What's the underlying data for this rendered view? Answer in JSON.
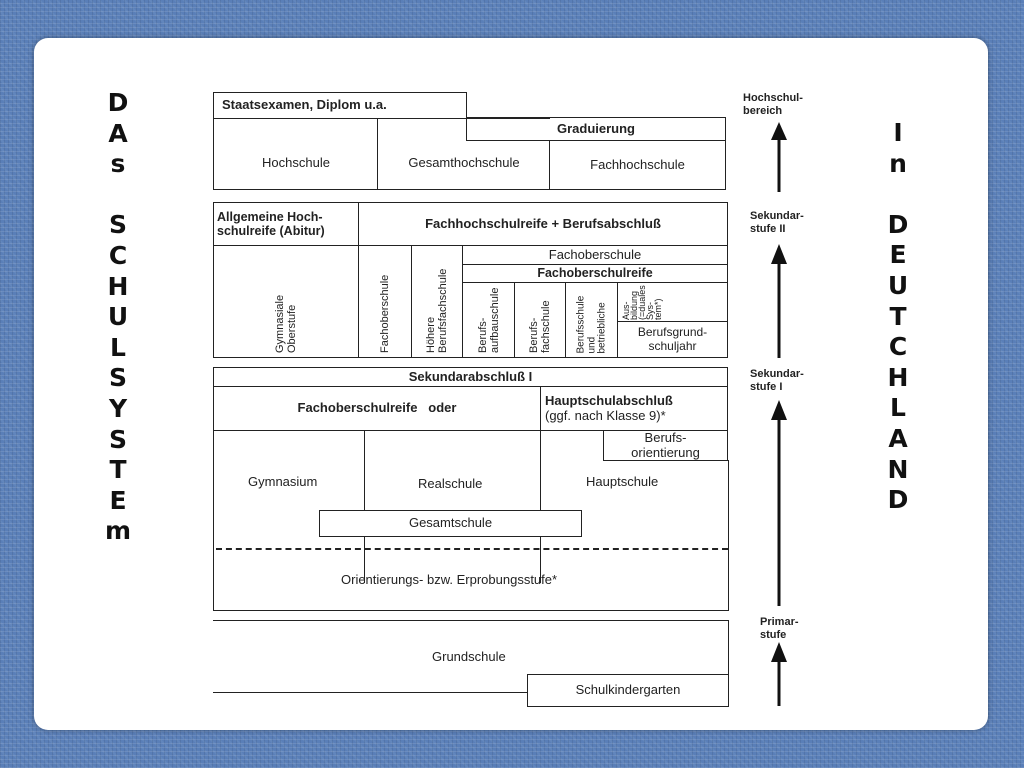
{
  "titles": {
    "left": [
      "D",
      "A",
      "s",
      "",
      "S",
      "C",
      "H",
      "U",
      "L",
      "S",
      "Y",
      "S",
      "T",
      "E",
      "m"
    ],
    "right": [
      "I",
      "n",
      "",
      "D",
      "E",
      "U",
      "T",
      "C",
      "H",
      "L",
      "A",
      "N",
      "D"
    ]
  },
  "tertiary": {
    "staatsexamen": "Staatsexamen, Diplom u.a.",
    "graduierung": "Graduierung",
    "hochschule": "Hochschule",
    "gesamthochschule": "Gesamthochschule",
    "fachhochschule": "Fachhochschule"
  },
  "secondary2": {
    "allgemeine": "Allgemeine Hoch-\nschulreife (Abitur)",
    "fachhochschulreife": "Fachhochschulreife + Berufsabschluß",
    "fachoberschule": "Fachoberschule",
    "fachoberschulreife": "Fachoberschulreife",
    "gymnasiale": "Gymnasiale\nOberstufe",
    "fachoberschule_col": "Fachoberschule",
    "hoehere": "Höhere\nBerufsfachschule",
    "berufsaufbau": "Berufs-\naufbauschule",
    "berufsfach": "Berufs-\nfachschule",
    "berufsschule": "Berufsschule\nund\nbetriebliche",
    "ausbildung": "Aus-\nbildung\n(=duales\nSys-\ntem*)",
    "grundschuljahr": "Berufsgrund-\nschuljahr"
  },
  "secondary1": {
    "sekundarabschluss": "Sekundarabschluß I",
    "fachoberschulreife_oder": "Fachoberschulreife   oder",
    "hauptschulabschluss": "Hauptschulabschluß",
    "hauptschul_note": "(ggf. nach Klasse 9)*",
    "berufsorientierung": "Berufs-\norientierung",
    "gymnasium": "Gymnasium",
    "realschule": "Realschule",
    "hauptschule": "Hauptschule",
    "gesamtschule": "Gesamtschule",
    "orientierungsstufe": "Orientierungs- bzw. Erprobungsstufe*"
  },
  "primary": {
    "grundschule": "Grundschule",
    "schulkindergarten": "Schulkindergarten"
  },
  "levels": {
    "hochschulbereich": "Hochschul-\nbereich",
    "sekundarstufe2": "Sekundar-\nstufe II",
    "sekundarstufe1": "Sekundar-\nstufe I",
    "primarstufe": "Primar-\nstufe"
  }
}
